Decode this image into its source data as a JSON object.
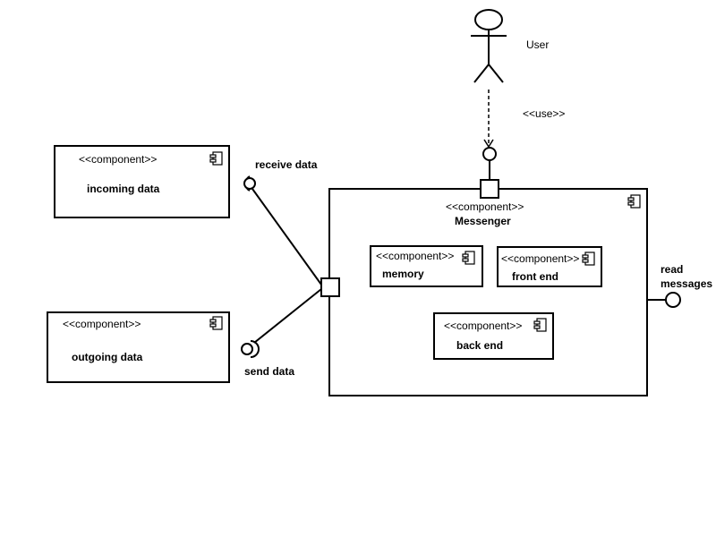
{
  "actor": {
    "name": "User",
    "dependency_label": "<<use>>"
  },
  "stereotype": "<<component>>",
  "components": {
    "incoming": {
      "name": "incoming data"
    },
    "outgoing": {
      "name": "outgoing data"
    },
    "messenger": {
      "name": "Messenger"
    },
    "memory": {
      "name": "memory"
    },
    "front_end": {
      "name": "front end"
    },
    "back_end": {
      "name": "back end"
    }
  },
  "interfaces": {
    "receive": "receive data",
    "send": "send data",
    "read": [
      "read",
      "messages"
    ]
  }
}
